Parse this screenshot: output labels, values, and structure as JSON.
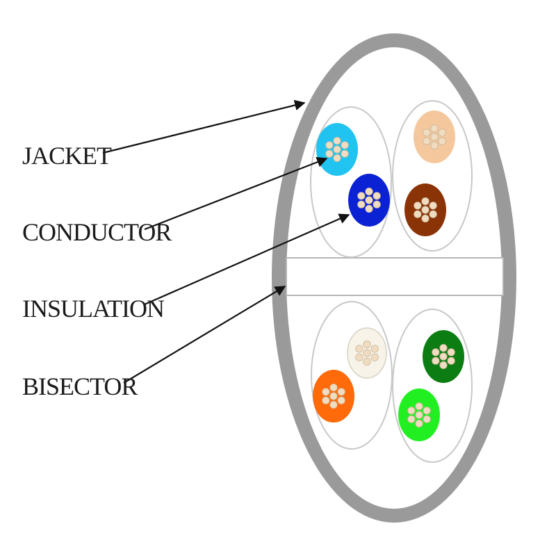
{
  "labels": {
    "jacket": "JACKET",
    "conductor": "CONDUCTOR",
    "insulation": "INSULATION",
    "bisector": "BISECTOR"
  },
  "colors": {
    "jacket": "#9a9a9a",
    "pair_outline": "#c8c8c8",
    "bisector_outline": "#b5b5b5",
    "strand": "#f0dcc0",
    "arrow": "#111111"
  },
  "pairs": [
    {
      "name": "blue-pair",
      "wires": [
        {
          "name": "light-blue-wire",
          "color": "#21c3f0"
        },
        {
          "name": "blue-wire",
          "color": "#0b22d4"
        }
      ]
    },
    {
      "name": "brown-pair",
      "wires": [
        {
          "name": "peach-wire",
          "color": "#f5c79c"
        },
        {
          "name": "brown-wire",
          "color": "#8a3306"
        }
      ]
    },
    {
      "name": "orange-pair",
      "wires": [
        {
          "name": "white-wire",
          "color": "#f8f3e8"
        },
        {
          "name": "orange-wire",
          "color": "#ff6a0a"
        }
      ]
    },
    {
      "name": "green-pair",
      "wires": [
        {
          "name": "dark-green-wire",
          "color": "#0c7d12"
        },
        {
          "name": "light-green-wire",
          "color": "#22ef22"
        }
      ]
    }
  ]
}
